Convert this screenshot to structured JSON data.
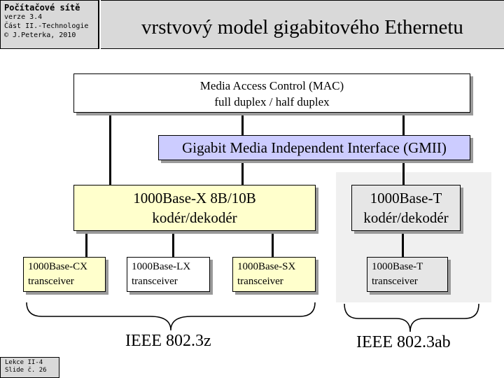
{
  "header": {
    "course": "Počítačové sítě",
    "version": "verze 3.4",
    "part": "Část II.-Technologie",
    "author": "© J.Peterka, 2010",
    "title": "vrstvový model gigabitového Ethernetu"
  },
  "diagram": {
    "mac": {
      "line1": "Media Access Control (MAC)",
      "line2": "full duplex / half duplex"
    },
    "gmii": {
      "label": "Gigabit Media Independent Interface (GMII)"
    },
    "coder_x": {
      "line1": "1000Base-X 8B/10B",
      "line2": "kodér/dekodér"
    },
    "coder_t": {
      "line1": "1000Base-T",
      "line2": "kodér/dekodér"
    },
    "transceivers": [
      {
        "line1": "1000Base-CX",
        "line2": "transceiver"
      },
      {
        "line1": "1000Base-LX",
        "line2": "transceiver"
      },
      {
        "line1": "1000Base-SX",
        "line2": "transceiver"
      },
      {
        "line1": "1000Base-T",
        "line2": "transceiver"
      }
    ],
    "standards": {
      "left": "IEEE 802.3z",
      "right": "IEEE 802.3ab"
    },
    "colors": {
      "gmii": "#ccccff",
      "x_layer": "#ffffcc",
      "t_layer": "#e6e6e6",
      "t_region": "#f0f0f0",
      "shadow": "#9a9a9a"
    }
  },
  "footer": {
    "lecture": "Lekce II-4",
    "slide": "Slide č. 26"
  }
}
